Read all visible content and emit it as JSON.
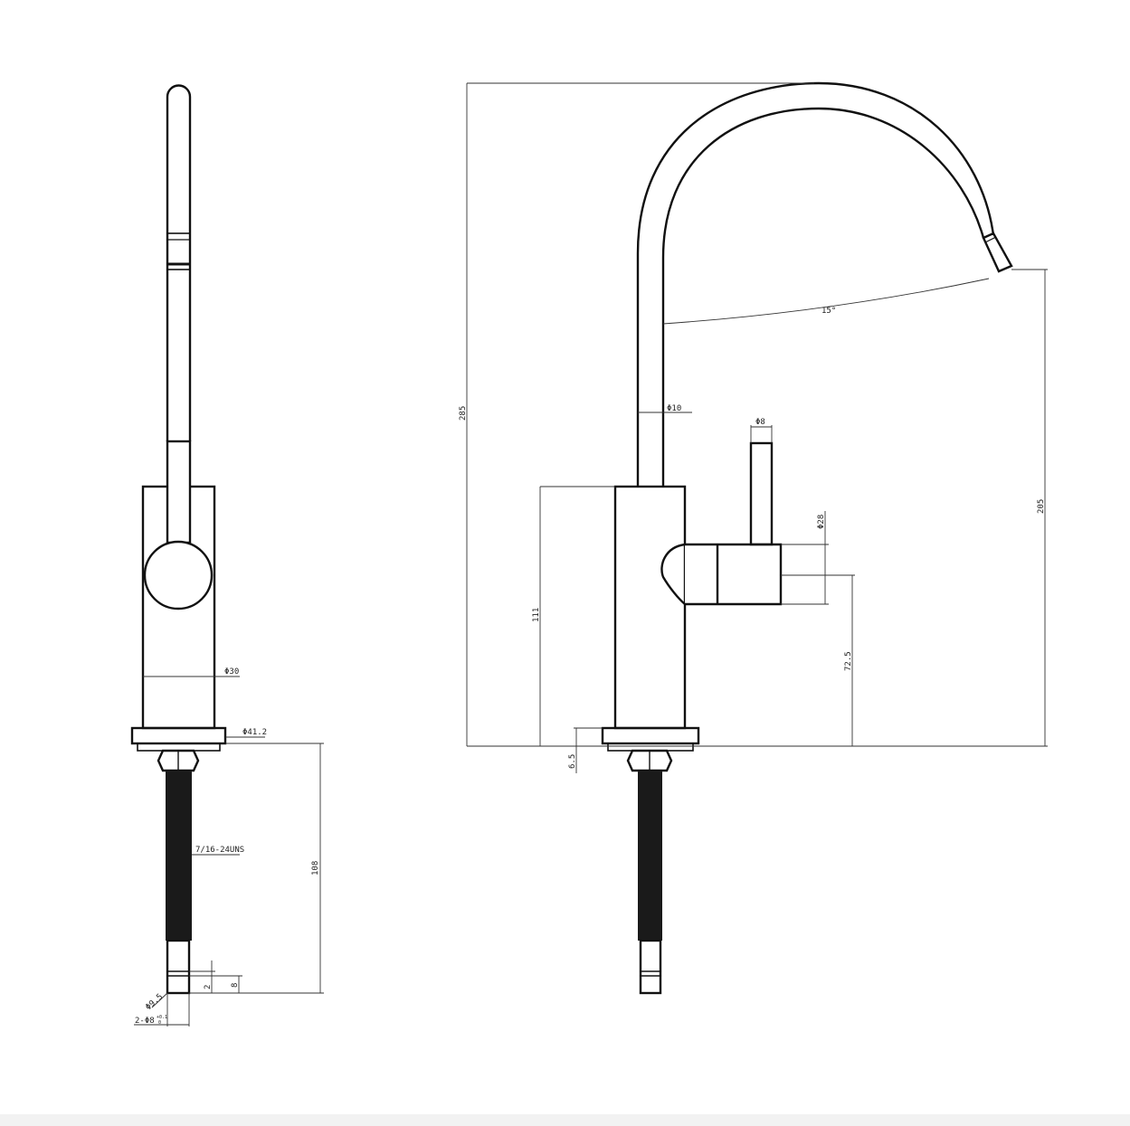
{
  "side_view": {
    "dia_body": "Φ30",
    "dia_base": "Φ41.2",
    "thread": "7/16-24UNS",
    "length_shank": "108",
    "dim_groove": "2",
    "dim_pin": "8",
    "dia_pin": "Φ9.5",
    "holes": "2-Φ8",
    "holes_tol_upper": "+0.1",
    "holes_tol_lower": "0"
  },
  "front_view": {
    "height_total": "285",
    "angle": "15°",
    "dia_spout": "Φ10",
    "dia_lever": "Φ8",
    "dia_handle": "Φ28",
    "height_outlet": "205",
    "height_body": "111",
    "height_handle": "72.5",
    "base_thickness": "6.5"
  },
  "colors": {
    "line": "#111111",
    "background": "#ffffff"
  }
}
